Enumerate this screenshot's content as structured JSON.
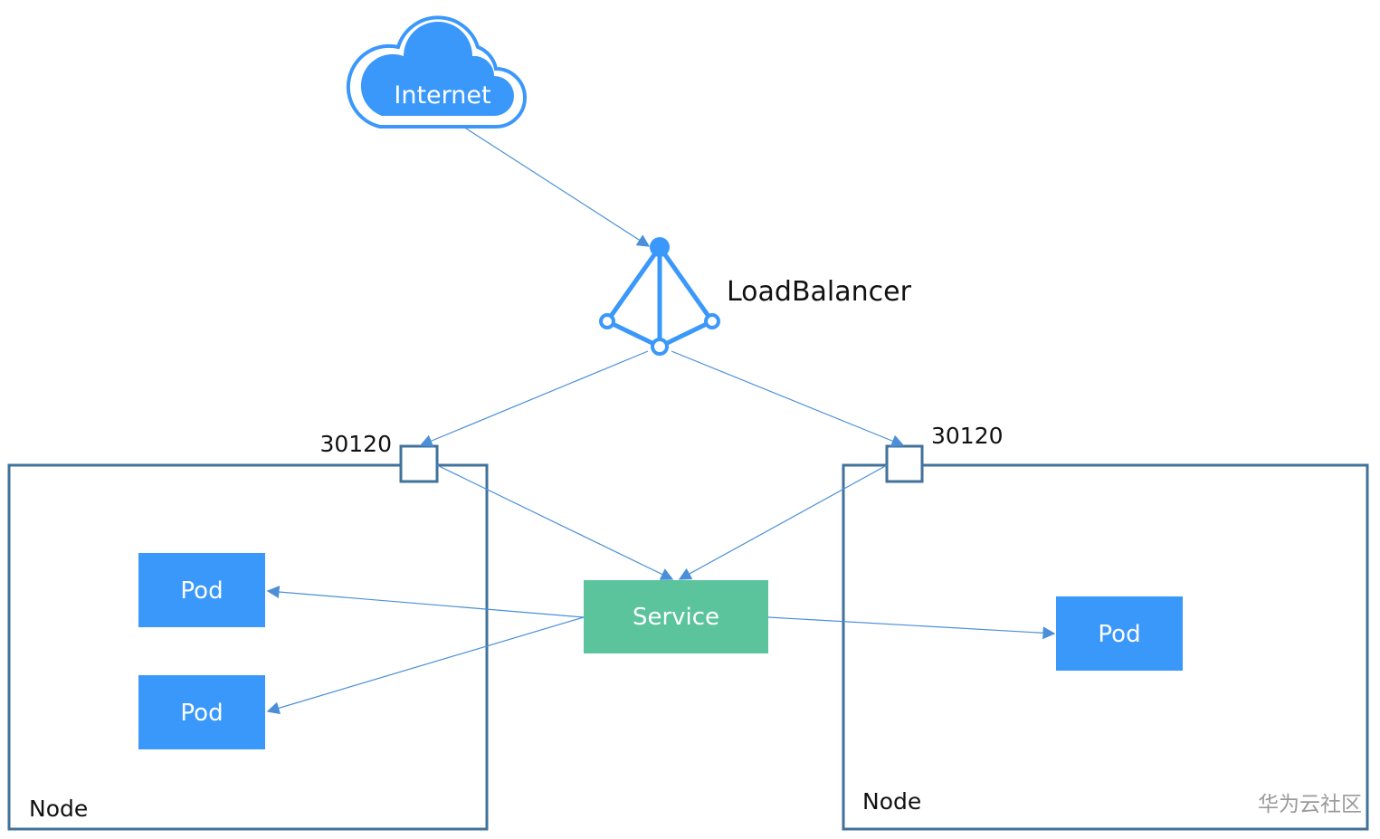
{
  "diagram": {
    "internet": {
      "label": "Internet"
    },
    "load_balancer": {
      "label": "LoadBalancer"
    },
    "service": {
      "label": "Service"
    },
    "node_left": {
      "label": "Node",
      "port_label": "30120",
      "pods": [
        {
          "label": "Pod"
        },
        {
          "label": "Pod"
        }
      ]
    },
    "node_right": {
      "label": "Node",
      "port_label": "30120",
      "pods": [
        {
          "label": "Pod"
        }
      ]
    },
    "watermark": "华为云社区"
  },
  "colors": {
    "accent_blue": "#3b98fb",
    "service_green": "#5cc49d",
    "node_border": "#41729a",
    "arrow_line": "#4a8fd8",
    "text_dark": "#111111",
    "watermark_gray": "#9a9a9a"
  },
  "icons": {
    "internet": "cloud-icon",
    "load_balancer": "load-balancer-icon"
  }
}
